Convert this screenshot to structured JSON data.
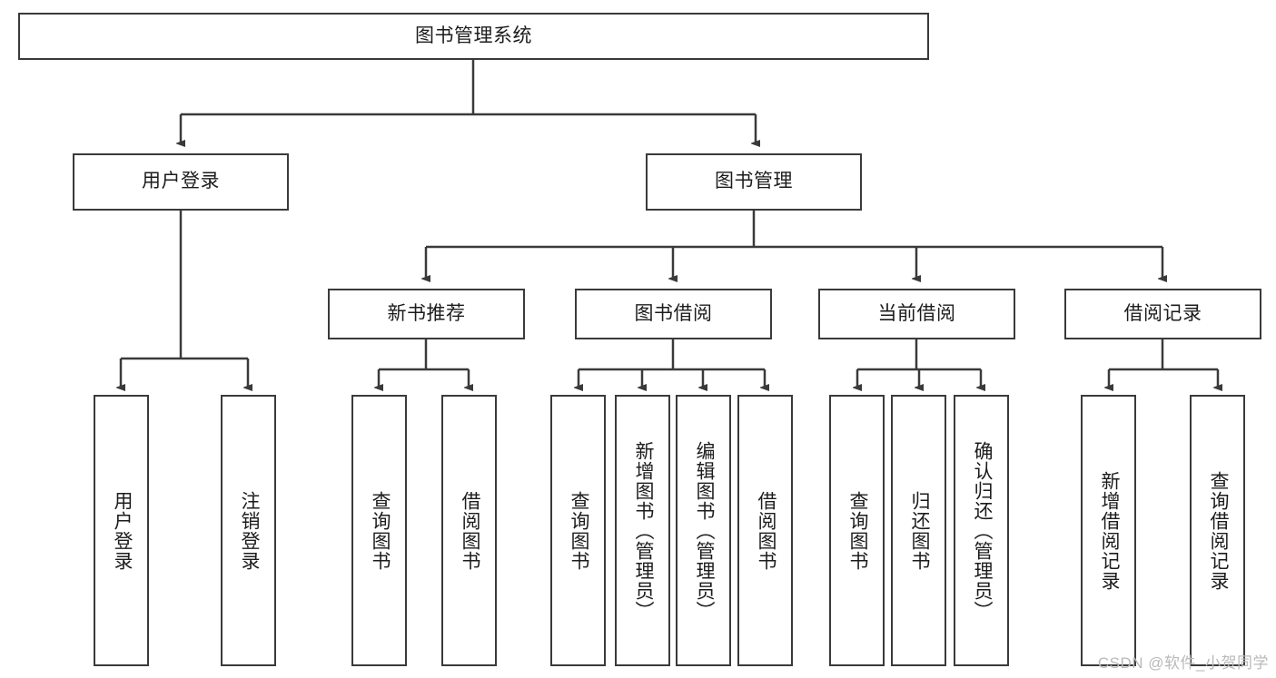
{
  "diagram": {
    "title": "图书管理系统",
    "watermark": "CSDN @软件_小贺同学",
    "stroke_color": "#3a3a3a",
    "text_color": "#1c1c1c",
    "background": "#ffffff",
    "levels": {
      "root": {
        "label": "图书管理系统"
      },
      "level2": [
        {
          "label": "用户登录"
        },
        {
          "label": "图书管理"
        }
      ],
      "level3": [
        {
          "label": "新书推荐"
        },
        {
          "label": "图书借阅"
        },
        {
          "label": "当前借阅"
        },
        {
          "label": "借阅记录"
        }
      ],
      "leaves": {
        "user_login": [
          {
            "label": "用户登录"
          },
          {
            "label": "注销登录"
          }
        ],
        "new_book_recommend": [
          {
            "label": "查询图书"
          },
          {
            "label": "借阅图书"
          }
        ],
        "book_borrow": [
          {
            "label": "查询图书"
          },
          {
            "label": "新增图书（管理员）"
          },
          {
            "label": "编辑图书（管理员）"
          },
          {
            "label": "借阅图书"
          }
        ],
        "current_borrow": [
          {
            "label": "查询图书"
          },
          {
            "label": "归还图书"
          },
          {
            "label": "确认归还（管理员）"
          }
        ],
        "borrow_record": [
          {
            "label": "新增借阅记录"
          },
          {
            "label": "查询借阅记录"
          }
        ]
      }
    }
  }
}
